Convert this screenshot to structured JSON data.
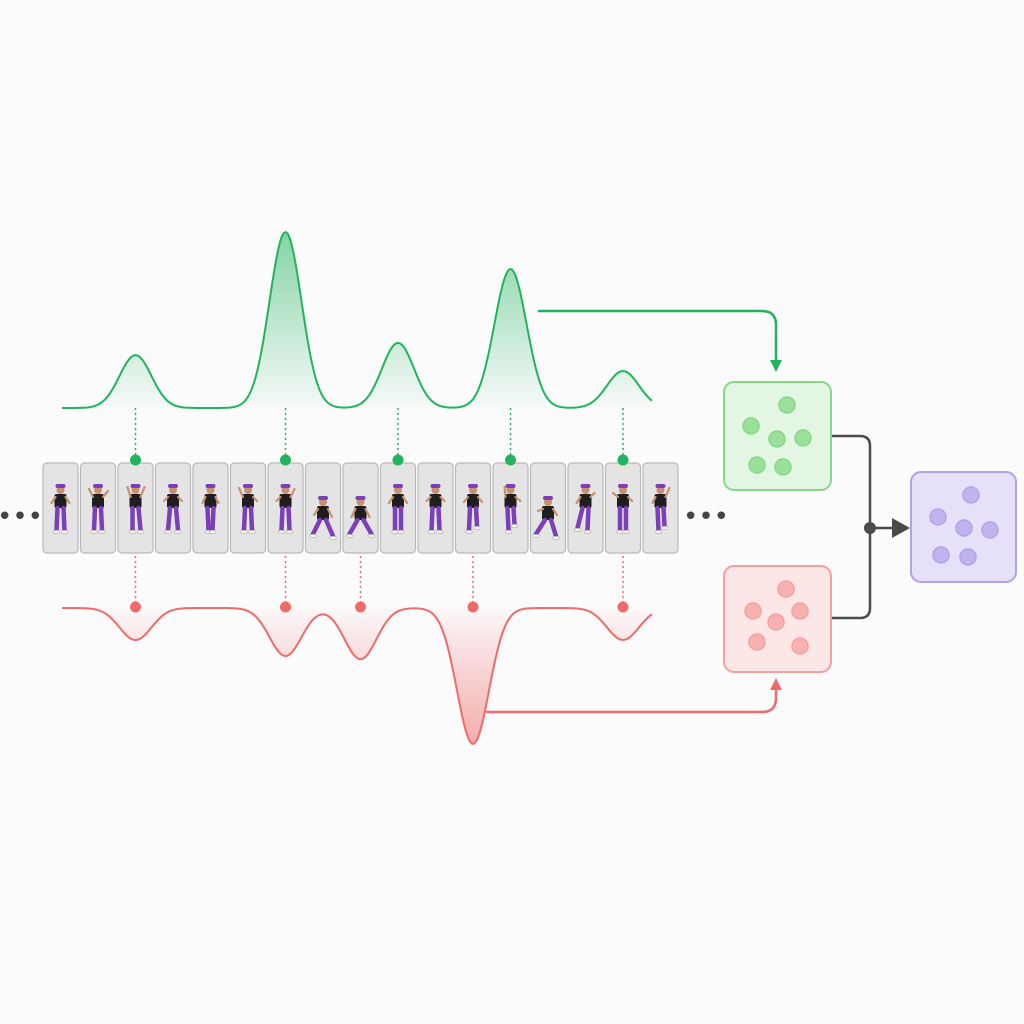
{
  "sequence": {
    "frame_count": 17,
    "left_ellipsis": "•••",
    "right_ellipsis": "•••",
    "frame_icon": "dancer-pose-icon",
    "dancer_colors": {
      "cap": "#7b3fb8",
      "shirt": "#1e1e1e",
      "pants": "#7b3fb8",
      "skin": "#c89070",
      "shoes": "#f2f2f2"
    }
  },
  "positive_scores": {
    "color": "#22b35e",
    "peaks": [
      {
        "frame_index": 2,
        "height": 0.3
      },
      {
        "frame_index": 6,
        "height": 1.0
      },
      {
        "frame_index": 9,
        "height": 0.37
      },
      {
        "frame_index": 12,
        "height": 0.79
      },
      {
        "frame_index": 15,
        "height": 0.21
      }
    ]
  },
  "negative_scores": {
    "color": "#ef6b6b",
    "troughs": [
      {
        "frame_index": 2,
        "depth": 0.2
      },
      {
        "frame_index": 6,
        "depth": 0.3
      },
      {
        "frame_index": 8,
        "depth": 0.32
      },
      {
        "frame_index": 11,
        "depth": 0.85
      },
      {
        "frame_index": 15,
        "depth": 0.2
      }
    ]
  },
  "boxes": {
    "positive_pool": {
      "fill": "#e3f6e3",
      "stroke": "#86d886",
      "dot": "#9adf9a",
      "dot_count": 6,
      "icon": "dot-cluster-icon"
    },
    "negative_pool": {
      "fill": "#fde6e6",
      "stroke": "#f4a0a0",
      "dot": "#f7b1b1",
      "dot_count": 6,
      "icon": "dot-cluster-icon"
    },
    "combined_pool": {
      "fill": "#e6e0f8",
      "stroke": "#b3a2e8",
      "dot": "#c2b3ef",
      "dot_count": 6,
      "icon": "dot-cluster-icon"
    }
  },
  "connectors": {
    "merge_color": "#4a4a4a",
    "icon": "arrow-right-icon"
  }
}
